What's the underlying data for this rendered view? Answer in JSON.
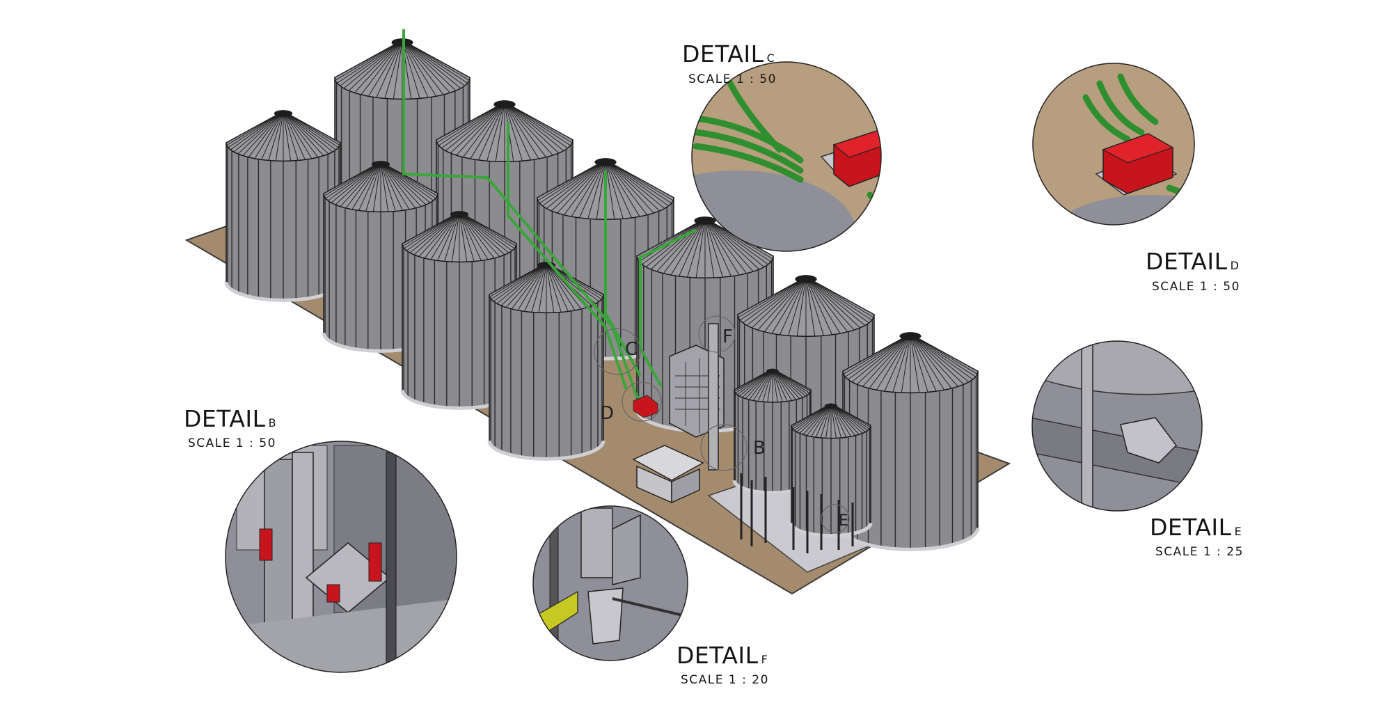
{
  "details": [
    {
      "id": "C",
      "word": "DETAIL",
      "letter": "C",
      "scale": "SCALE 1 : 50"
    },
    {
      "id": "D",
      "word": "DETAIL",
      "letter": "D",
      "scale": "SCALE 1 : 50"
    },
    {
      "id": "B",
      "word": "DETAIL",
      "letter": "B",
      "scale": "SCALE 1 : 50"
    },
    {
      "id": "E",
      "word": "DETAIL",
      "letter": "E",
      "scale": "SCALE 1 : 25"
    },
    {
      "id": "F",
      "word": "DETAIL",
      "letter": "F",
      "scale": "SCALE 1 : 20"
    }
  ],
  "callouts": {
    "b": "B",
    "c": "C",
    "d": "D",
    "e": "E",
    "f": "F"
  },
  "colors": {
    "ground": "#a48b6d",
    "silo_wall": "#8c8c90",
    "silo_roof": "#9a9a9f",
    "pipe": "#3aa53a",
    "motor": "#c8141c",
    "slab": "#c9c9cf",
    "detail_bg": "#8f8f99",
    "sand": "#b79e7f",
    "yellow_pipe": "#c8c822"
  }
}
